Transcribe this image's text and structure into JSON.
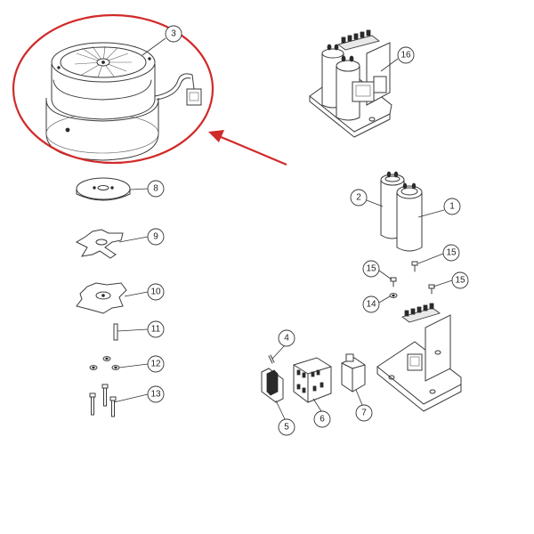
{
  "diagram": {
    "callouts": [
      {
        "id": "c1",
        "label": "1"
      },
      {
        "id": "c2",
        "label": "2"
      },
      {
        "id": "c3",
        "label": "3"
      },
      {
        "id": "c4",
        "label": "4"
      },
      {
        "id": "c5",
        "label": "5"
      },
      {
        "id": "c6",
        "label": "6"
      },
      {
        "id": "c7",
        "label": "7"
      },
      {
        "id": "c8",
        "label": "8"
      },
      {
        "id": "c9",
        "label": "9"
      },
      {
        "id": "c10",
        "label": "10"
      },
      {
        "id": "c11",
        "label": "11"
      },
      {
        "id": "c12",
        "label": "12"
      },
      {
        "id": "c13",
        "label": "13"
      },
      {
        "id": "c14",
        "label": "14"
      },
      {
        "id": "c15a",
        "label": "15"
      },
      {
        "id": "c15b",
        "label": "15"
      },
      {
        "id": "c15c",
        "label": "15"
      },
      {
        "id": "c16",
        "label": "16"
      }
    ],
    "highlight_color": "#d12a2a",
    "line_color": "#3a3a3a"
  }
}
